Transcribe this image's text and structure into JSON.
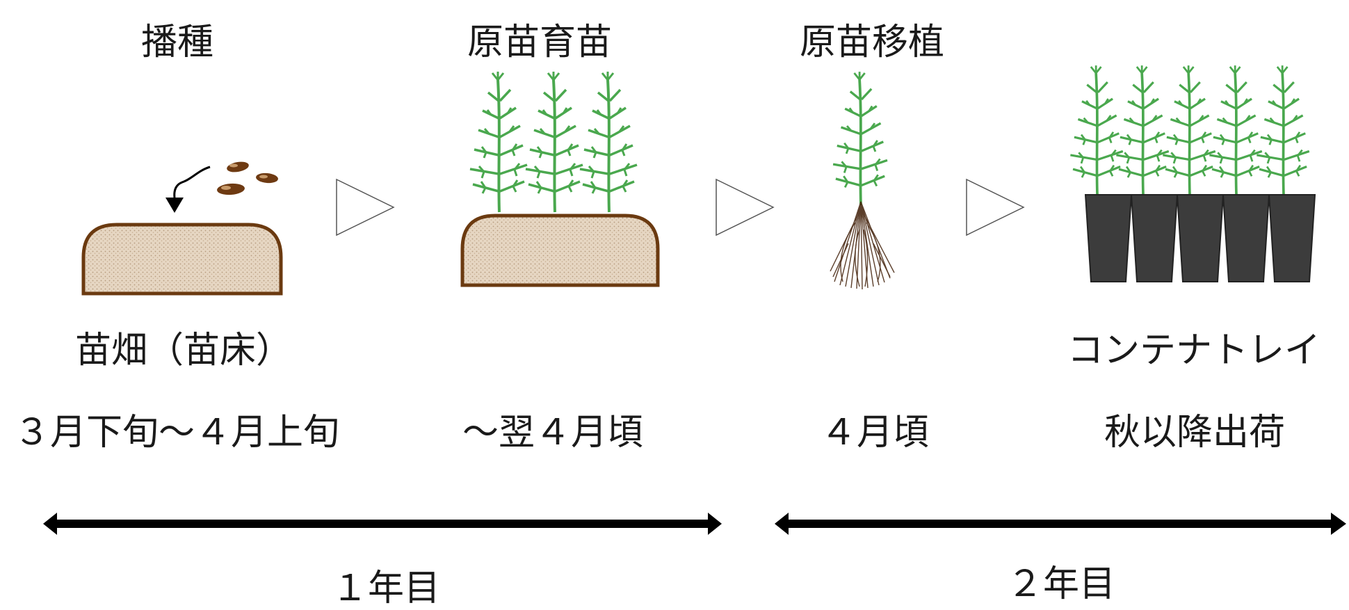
{
  "stages": [
    {
      "title": "播種",
      "caption": "苗畑（苗床）",
      "period": "３月下旬～４月上旬"
    },
    {
      "title": "原苗育苗",
      "caption": "",
      "period": "～翌４月頃"
    },
    {
      "title": "原苗移植",
      "caption": "",
      "period": "４月頃"
    },
    {
      "title": "",
      "caption": "コンテナトレイ",
      "period": "秋以降出荷"
    }
  ],
  "timeline": [
    {
      "label": "１年目"
    },
    {
      "label": "２年目"
    }
  ],
  "colors": {
    "soil_fill": "#e3d2bd",
    "soil_border": "#6b3a10",
    "seed": "#6e3a12",
    "foliage": "#4aa84e",
    "container": "#3c3c3c",
    "arrow": "#000000"
  }
}
